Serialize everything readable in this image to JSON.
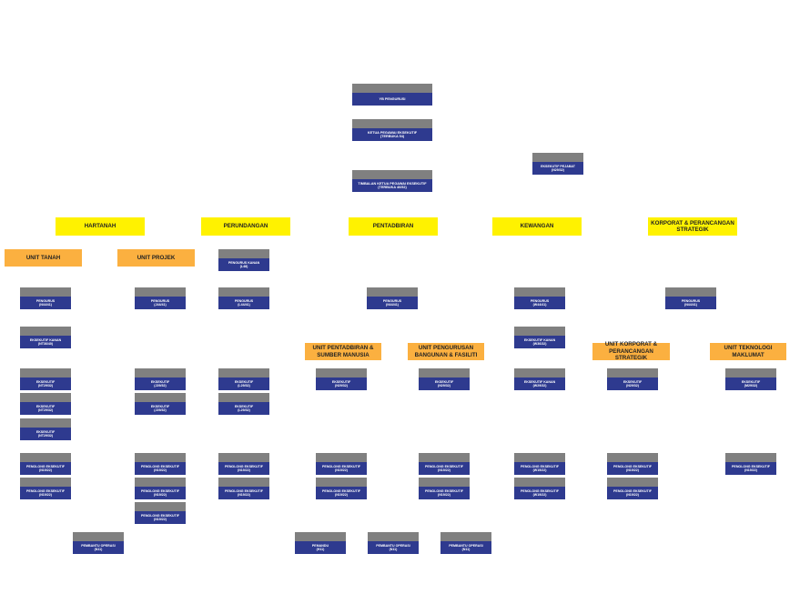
{
  "top": {
    "chairman": {
      "title": "YB PENGURUSI",
      "grade": ""
    },
    "ceo": {
      "title": "KETUA PEGAWAI EKSEKUTIF",
      "grade": "(TERBUKA 54)"
    },
    "deputy_ceo": {
      "title": "TIMBALAN KETUA PEGAWAI EKSEKUTIF",
      "grade": "(TERBUKA 40/52)"
    },
    "office_exec": {
      "title": "EKSEKUTIF PEJABAT",
      "grade": "(N29/32)"
    }
  },
  "departments": [
    "HARTANAH",
    "PERUNDANGAN",
    "PENTADBIRAN",
    "KEWANGAN",
    "KORPORAT & PERANCANGAN STRATEGIK"
  ],
  "units": {
    "tanah": "UNIT TANAH",
    "projek": "UNIT PROJEK",
    "pentadbiran_sm": "UNIT PENTADBIRAN & SUMBER MANUSIA",
    "pengurusan_bf": "UNIT PENGURUSAN BANGUNAN & FASILITI",
    "korporat_ps": "UNIT KORPORAT & PERANCANGAN STRATEGIK",
    "teknologi": "UNIT TEKNOLOGI MAKLUMAT"
  },
  "positions": {
    "perundangan_pengurus_kanan": {
      "title": "PENGURUS KANAN",
      "grade": "(L48)"
    },
    "tanah_pengurus": {
      "title": "PENGURUS",
      "grade": "(N44/41)"
    },
    "projek_pengurus": {
      "title": "PENGURUS",
      "grade": "(J44/41)"
    },
    "perundangan_pengurus": {
      "title": "PENGURUS",
      "grade": "(L44/41)"
    },
    "pentadbiran_pengurus": {
      "title": "PENGURUS",
      "grade": "(N44/41)"
    },
    "kewangan_pengurus": {
      "title": "PENGURUS",
      "grade": "(W44/41)"
    },
    "korporat_pengurus": {
      "title": "PENGURUS",
      "grade": "(N44/41)"
    },
    "tanah_eks_kanan": {
      "title": "EKSEKUTIF KANAN",
      "grade": "(NT36/40)"
    },
    "kewangan_eks_kanan_1": {
      "title": "EKSEKUTIF KANAN",
      "grade": "(W36/32)"
    },
    "tanah_eks_1": {
      "title": "EKSEKUTIF",
      "grade": "(NT29/32)"
    },
    "tanah_eks_2": {
      "title": "EKSEKUTIF",
      "grade": "(NT29/32)"
    },
    "tanah_eks_3": {
      "title": "EKSEKUTIF",
      "grade": "(NT29/32)"
    },
    "projek_eks_1": {
      "title": "EKSEKUTIF",
      "grade": "(J29/32)"
    },
    "projek_eks_2": {
      "title": "EKSEKUTIF",
      "grade": "(J29/32)"
    },
    "perundangan_eks_1": {
      "title": "EKSEKUTIF",
      "grade": "(L29/32)"
    },
    "perundangan_eks_2": {
      "title": "EKSEKUTIF",
      "grade": "(L29/32)"
    },
    "psm_eks": {
      "title": "EKSEKUTIF",
      "grade": "(N29/32)"
    },
    "pbf_eks": {
      "title": "EKSEKUTIF",
      "grade": "(N29/32)"
    },
    "kewangan_eks_kanan_2": {
      "title": "EKSEKUTIF KANAN",
      "grade": "(W29/32)"
    },
    "kps_eks": {
      "title": "EKSEKUTIF",
      "grade": "(N29/32)"
    },
    "tm_eks": {
      "title": "EKSEKUTIF",
      "grade": "(M29/32)"
    },
    "tanah_pe_1": {
      "title": "PENOLONG EKSEKUTIF",
      "grade": "(N19/22)"
    },
    "tanah_pe_2": {
      "title": "PENOLONG EKSEKUTIF",
      "grade": "(N19/22)"
    },
    "projek_pe_1": {
      "title": "PENOLONG EKSEKUTIF",
      "grade": "(N19/22)"
    },
    "projek_pe_2": {
      "title": "PENOLONG EKSEKUTIF",
      "grade": "(N19/22)"
    },
    "projek_pe_3": {
      "title": "PENOLONG EKSEKUTIF",
      "grade": "(N19/22)"
    },
    "perundangan_pe_1": {
      "title": "PENOLONG EKSEKUTIF",
      "grade": "(N19/22)"
    },
    "perundangan_pe_2": {
      "title": "PENOLONG EKSEKUTIF",
      "grade": "(N19/22)"
    },
    "psm_pe_1": {
      "title": "PENOLONG EKSEKUTIF",
      "grade": "(N19/22)"
    },
    "psm_pe_2": {
      "title": "PENOLONG EKSEKUTIF",
      "grade": "(N19/22)"
    },
    "pbf_pe_1": {
      "title": "PENOLONG EKSEKUTIF",
      "grade": "(N19/22)"
    },
    "pbf_pe_2": {
      "title": "PENOLONG EKSEKUTIF",
      "grade": "(N19/22)"
    },
    "kewangan_pe_1": {
      "title": "PENOLONG EKSEKUTIF",
      "grade": "(W19/22)"
    },
    "kewangan_pe_2": {
      "title": "PENOLONG EKSEKUTIF",
      "grade": "(W19/22)"
    },
    "kps_pe_1": {
      "title": "PENOLONG EKSEKUTIF",
      "grade": "(N19/22)"
    },
    "kps_pe_2": {
      "title": "PENOLONG EKSEKUTIF",
      "grade": "(N19/22)"
    },
    "tm_pe": {
      "title": "PENOLONG EKSEKUTIF",
      "grade": "(N19/22)"
    },
    "tanah_po": {
      "title": "PEMBANTU OPERASI",
      "grade": "(N11)"
    },
    "pemandu": {
      "title": "PEMANDU",
      "grade": "(H11)"
    },
    "psm_po": {
      "title": "PEMBANTU OPERASI",
      "grade": "(N11)"
    },
    "pbf_po": {
      "title": "PEMBANTU OPERASI",
      "grade": "(N11)"
    }
  }
}
